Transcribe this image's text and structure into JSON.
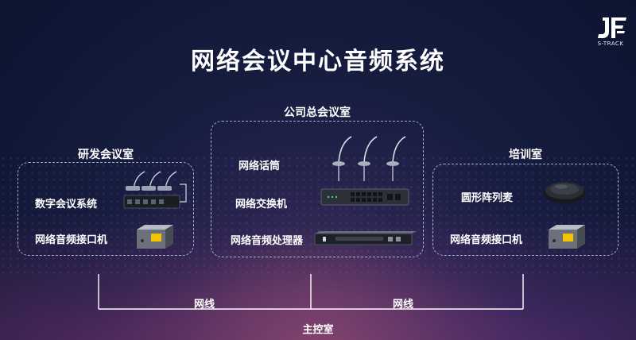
{
  "title": "网络会议中心音频系统",
  "logo": {
    "mark": "JF",
    "text": "S-TRACK"
  },
  "rooms": {
    "rd": {
      "title": "研发会议室",
      "items": [
        "数字会议系统",
        "网络音频接口机"
      ]
    },
    "main_hall": {
      "title": "公司总会议室",
      "items": [
        "网络话筒",
        "网络交换机",
        "网络音频处理器"
      ]
    },
    "training": {
      "title": "培训室",
      "items": [
        "圆形阵列麦",
        "网络音频接口机"
      ]
    }
  },
  "links": {
    "left": "网线",
    "right": "网线"
  },
  "control_room": "主控室",
  "colors": {
    "accent": "#f5c400",
    "line": "#ffffff",
    "border": "#d2dcff"
  }
}
